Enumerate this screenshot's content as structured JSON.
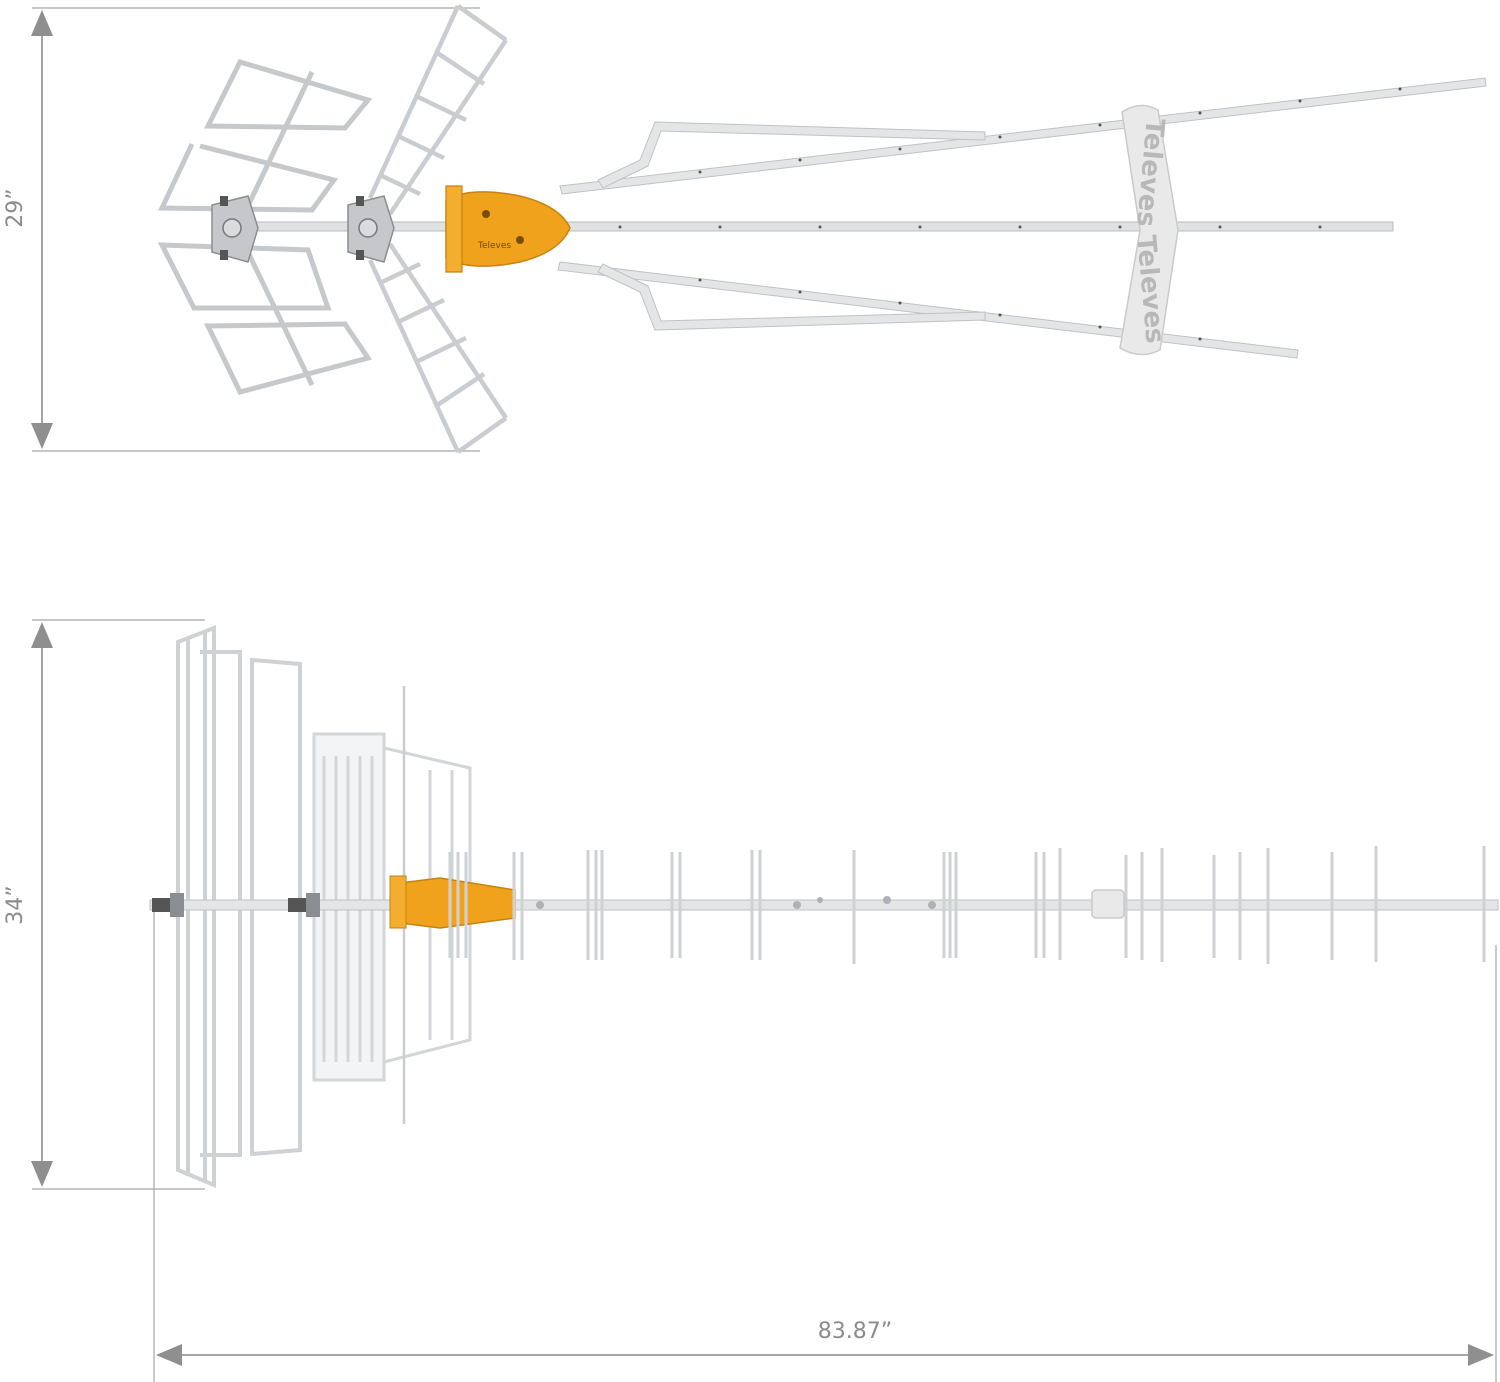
{
  "dimensions": {
    "top_view_width": "29”",
    "side_view_height": "34”",
    "overall_length": "83.87”"
  },
  "brand": {
    "logo_text": "Televes"
  },
  "colors": {
    "dimension_line": "#a6a6a6",
    "arrow": "#8f8f8f",
    "label": "#8c8c8c",
    "metal": "#d8dadc",
    "metal_edge": "#b9bcc0",
    "accent_orange": "#f0a21c",
    "accent_orange_dark": "#d88a10",
    "bracket_grey": "#e9e9ea"
  }
}
